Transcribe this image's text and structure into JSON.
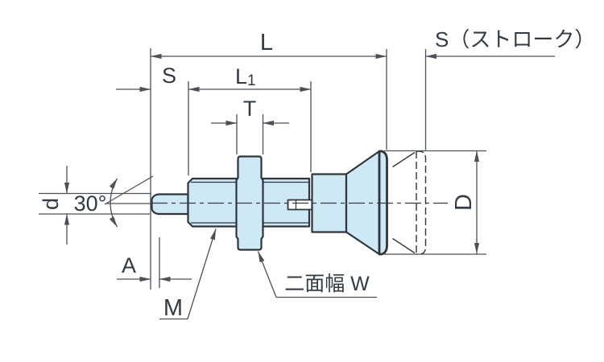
{
  "drawing": {
    "description": "Indexing plunger dimensioned technical drawing",
    "labels": {
      "L": "L",
      "S_stroke": "S（ストローク）",
      "S": "S",
      "L1_base": "L",
      "L1_sub": "1",
      "T": "T",
      "d": "d",
      "angle": "30°",
      "A": "A",
      "M": "M",
      "W": "二面幅 W",
      "D": "D"
    },
    "colors": {
      "part_fill": "#cfe8f6",
      "part_outline": "#2e353b",
      "dimension_line": "#4b5157",
      "text": "#323b44",
      "background": "#ffffff"
    }
  }
}
